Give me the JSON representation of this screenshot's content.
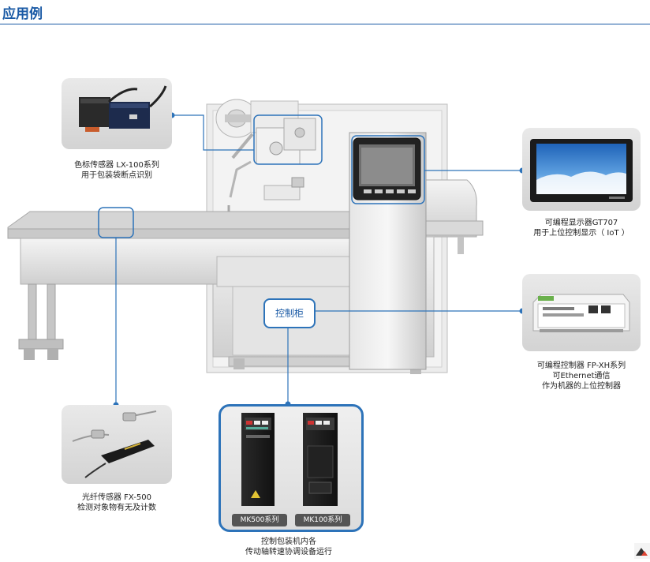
{
  "header": {
    "title": "应用例"
  },
  "callouts": {
    "color_sensor": {
      "line1": "色标传感器 LX-100系列",
      "line2": "用于包装袋断点识别"
    },
    "display": {
      "line1": "可编程显示器GT707",
      "line2": "用于上位控制显示（ IoT ）"
    },
    "plc": {
      "line1": "可编程控制器  FP-XH系列",
      "line2": "可Ethernet通信",
      "line3": "作为机器的上位控制器"
    },
    "fiber_sensor": {
      "line1": "光纤传感器 FX-500",
      "line2": "检测对象物有无及计数"
    },
    "cabinet": {
      "label": "控制柜"
    },
    "servo": {
      "tag1": "MK500系列",
      "tag2": "MK100系列",
      "line1": "控制包装机内各",
      "line2": "传动轴转速协调设备运行"
    }
  },
  "colors": {
    "accent": "#1a5aa5",
    "frame": "#2d73b9"
  }
}
